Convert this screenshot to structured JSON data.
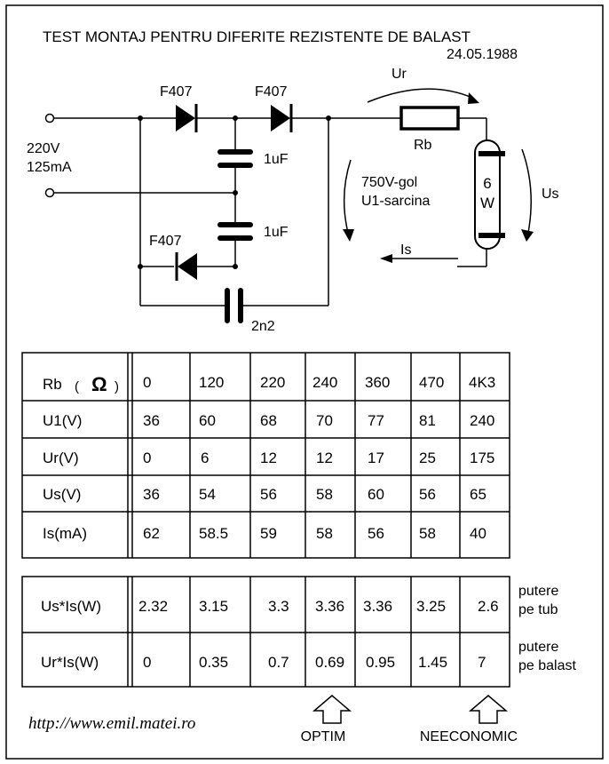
{
  "header": {
    "title": "TEST MONTAJ  PENTRU DIFERITE REZISTENTE DE BALAST",
    "date": "24.05.1988"
  },
  "circuit": {
    "input_voltage": "220V",
    "input_current": "125mA",
    "diode_1": "F407",
    "diode_2": "F407",
    "diode_3": "F407",
    "cap_1": "1uF",
    "cap_2": "1uF",
    "cap_3": "2n2",
    "resistor": "Rb",
    "tube_power_1": "6",
    "tube_power_2": "W",
    "ur_label": "Ur",
    "us_label": "Us",
    "is_label": "Is",
    "voltage_note_1": "750V-gol",
    "voltage_note_2": "U1-sarcina"
  },
  "table1": {
    "header_label": "Rb",
    "header_open": "(",
    "header_unit": "Ω",
    "header_close": ")",
    "columns": [
      "0",
      "120",
      "220",
      "240",
      "360",
      "470",
      "4K3"
    ],
    "rows": [
      {
        "label": "U1(V)",
        "values": [
          "36",
          "60",
          "68",
          "70",
          "77",
          "81",
          "240"
        ]
      },
      {
        "label": "Ur(V)",
        "values": [
          "0",
          "6",
          "12",
          "12",
          "17",
          "25",
          "175"
        ]
      },
      {
        "label": "Us(V)",
        "values": [
          "36",
          "54",
          "56",
          "58",
          "60",
          "56",
          "65"
        ]
      },
      {
        "label": "Is(mA)",
        "values": [
          "62",
          "58.5",
          "59",
          "58",
          "56",
          "58",
          "40"
        ]
      }
    ]
  },
  "table2": {
    "rows": [
      {
        "label": "Us*Is(W)",
        "values": [
          "2.32",
          "3.15",
          "3.3",
          "3.36",
          "3.36",
          "3.25",
          "2.6"
        ],
        "note_1": "putere",
        "note_2": "pe tub"
      },
      {
        "label": "Ur*Is(W)",
        "values": [
          "0",
          "0.35",
          "0.7",
          "0.69",
          "0.95",
          "1.45",
          "7"
        ],
        "note_1": "putere",
        "note_2": "pe balast"
      }
    ]
  },
  "footer": {
    "url": "http://www.emil.matei.ro",
    "optim": "OPTIM",
    "neeconomic": "NEECONOMIC"
  }
}
